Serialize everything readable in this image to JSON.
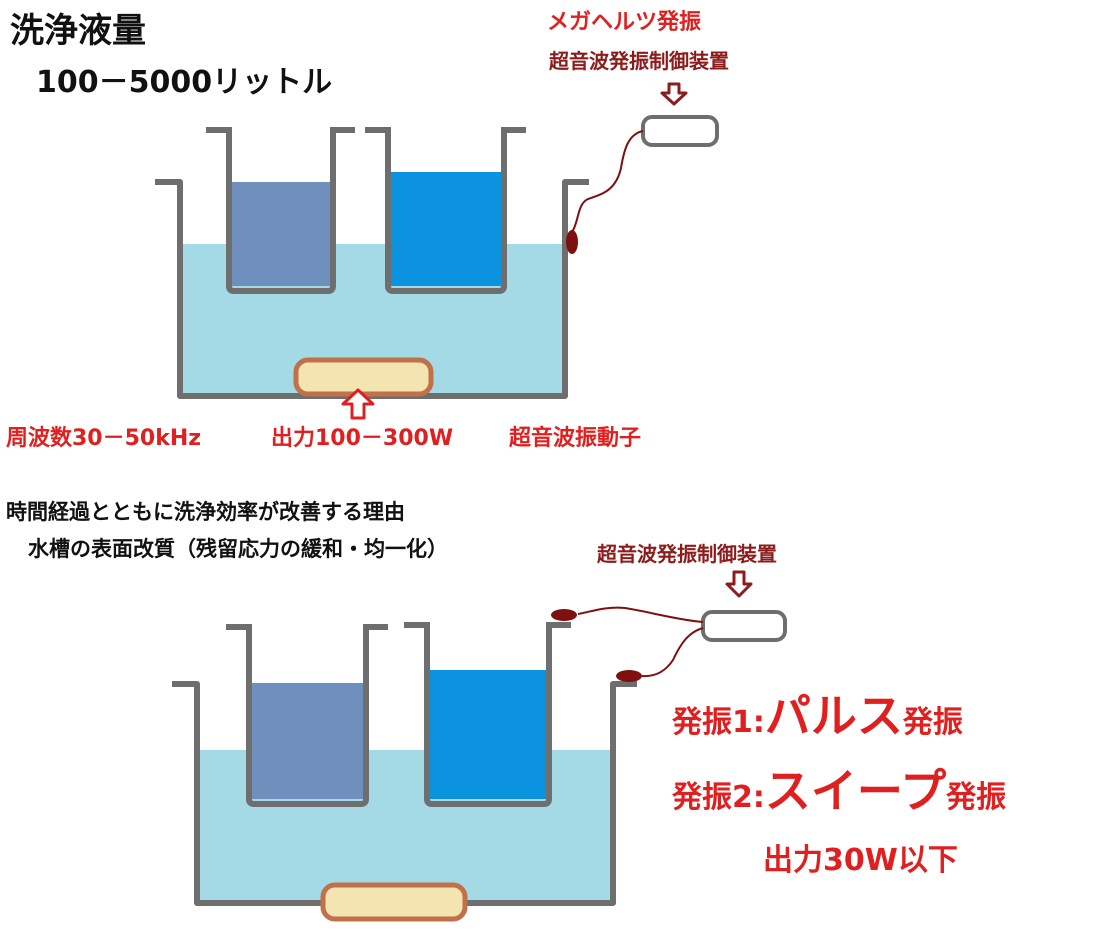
{
  "top_section": {
    "title": "洗浄液量",
    "volume": "100－5000リットル",
    "megahertz_label": "メガヘルツ発振",
    "controller_label": "超音波発振制御装置",
    "frequency": "周波数30－50kHz",
    "power": "出力100－300W",
    "transducer": "超音波振動子"
  },
  "middle_section": {
    "reason_title": "時間経過とともに洗浄効率が改善する理由",
    "reason_detail": "水槽の表面改質（残留応力の緩和・均一化）"
  },
  "bottom_section": {
    "controller_label": "超音波発振制御装置",
    "osc1_prefix": "発振1:",
    "osc1_mode": "パルス",
    "osc1_suffix": "発振",
    "osc2_prefix": "発振2:",
    "osc2_mode": "スイープ",
    "osc2_suffix": "発振",
    "power": "出力30W以下"
  },
  "colors": {
    "liquid_light": "#a4dae6",
    "inner_tank_grey_blue": "#6f8fbc",
    "inner_tank_blue": "#0b93e0",
    "tank_outline": "#6e6e6e",
    "transducer_fill": "#f3e4b2",
    "transducer_outline": "#c0714a",
    "cable": "#7e1010",
    "label_red": "#e02020",
    "label_dark_red": "#8c1c1c"
  }
}
